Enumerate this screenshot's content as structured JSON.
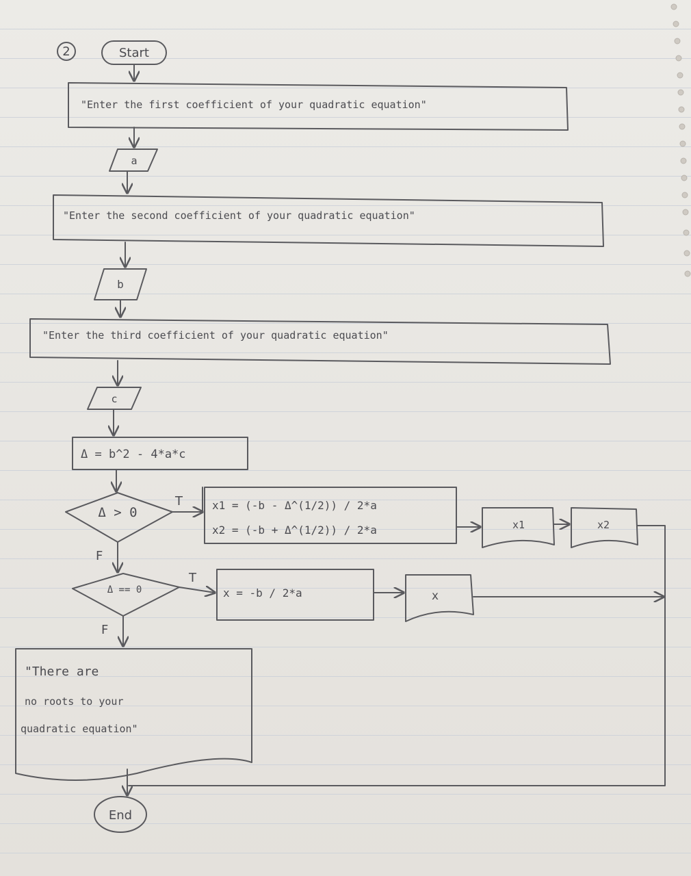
{
  "step_number": "2",
  "start_label": "Start",
  "end_label": "End",
  "prompt_a": "\"Enter the first coefficient of your quadratic equation\"",
  "var_a": "a",
  "prompt_b": "\"Enter the second coefficient of your quadratic equation\"",
  "var_b": "b",
  "prompt_c": "\"Enter the third coefficient of your quadratic equation\"",
  "var_c": "c",
  "delta_formula": "Δ = b^2 - 4*a*c",
  "decision_1": "Δ > 0",
  "decision_2": "Δ == 0",
  "true_label": "T",
  "false_label": "F",
  "root_x1": "x1 = (-b - Δ^(1/2)) / 2*a",
  "root_x2": "x2 = (-b + Δ^(1/2)) / 2*a",
  "out_x1": "x1",
  "out_x2": "x2",
  "single_root": "x = -b / 2*a",
  "out_x": "x",
  "no_roots_line1": "\"There are",
  "no_roots_line2": "no roots to your",
  "no_roots_line3": "quadratic equation\""
}
